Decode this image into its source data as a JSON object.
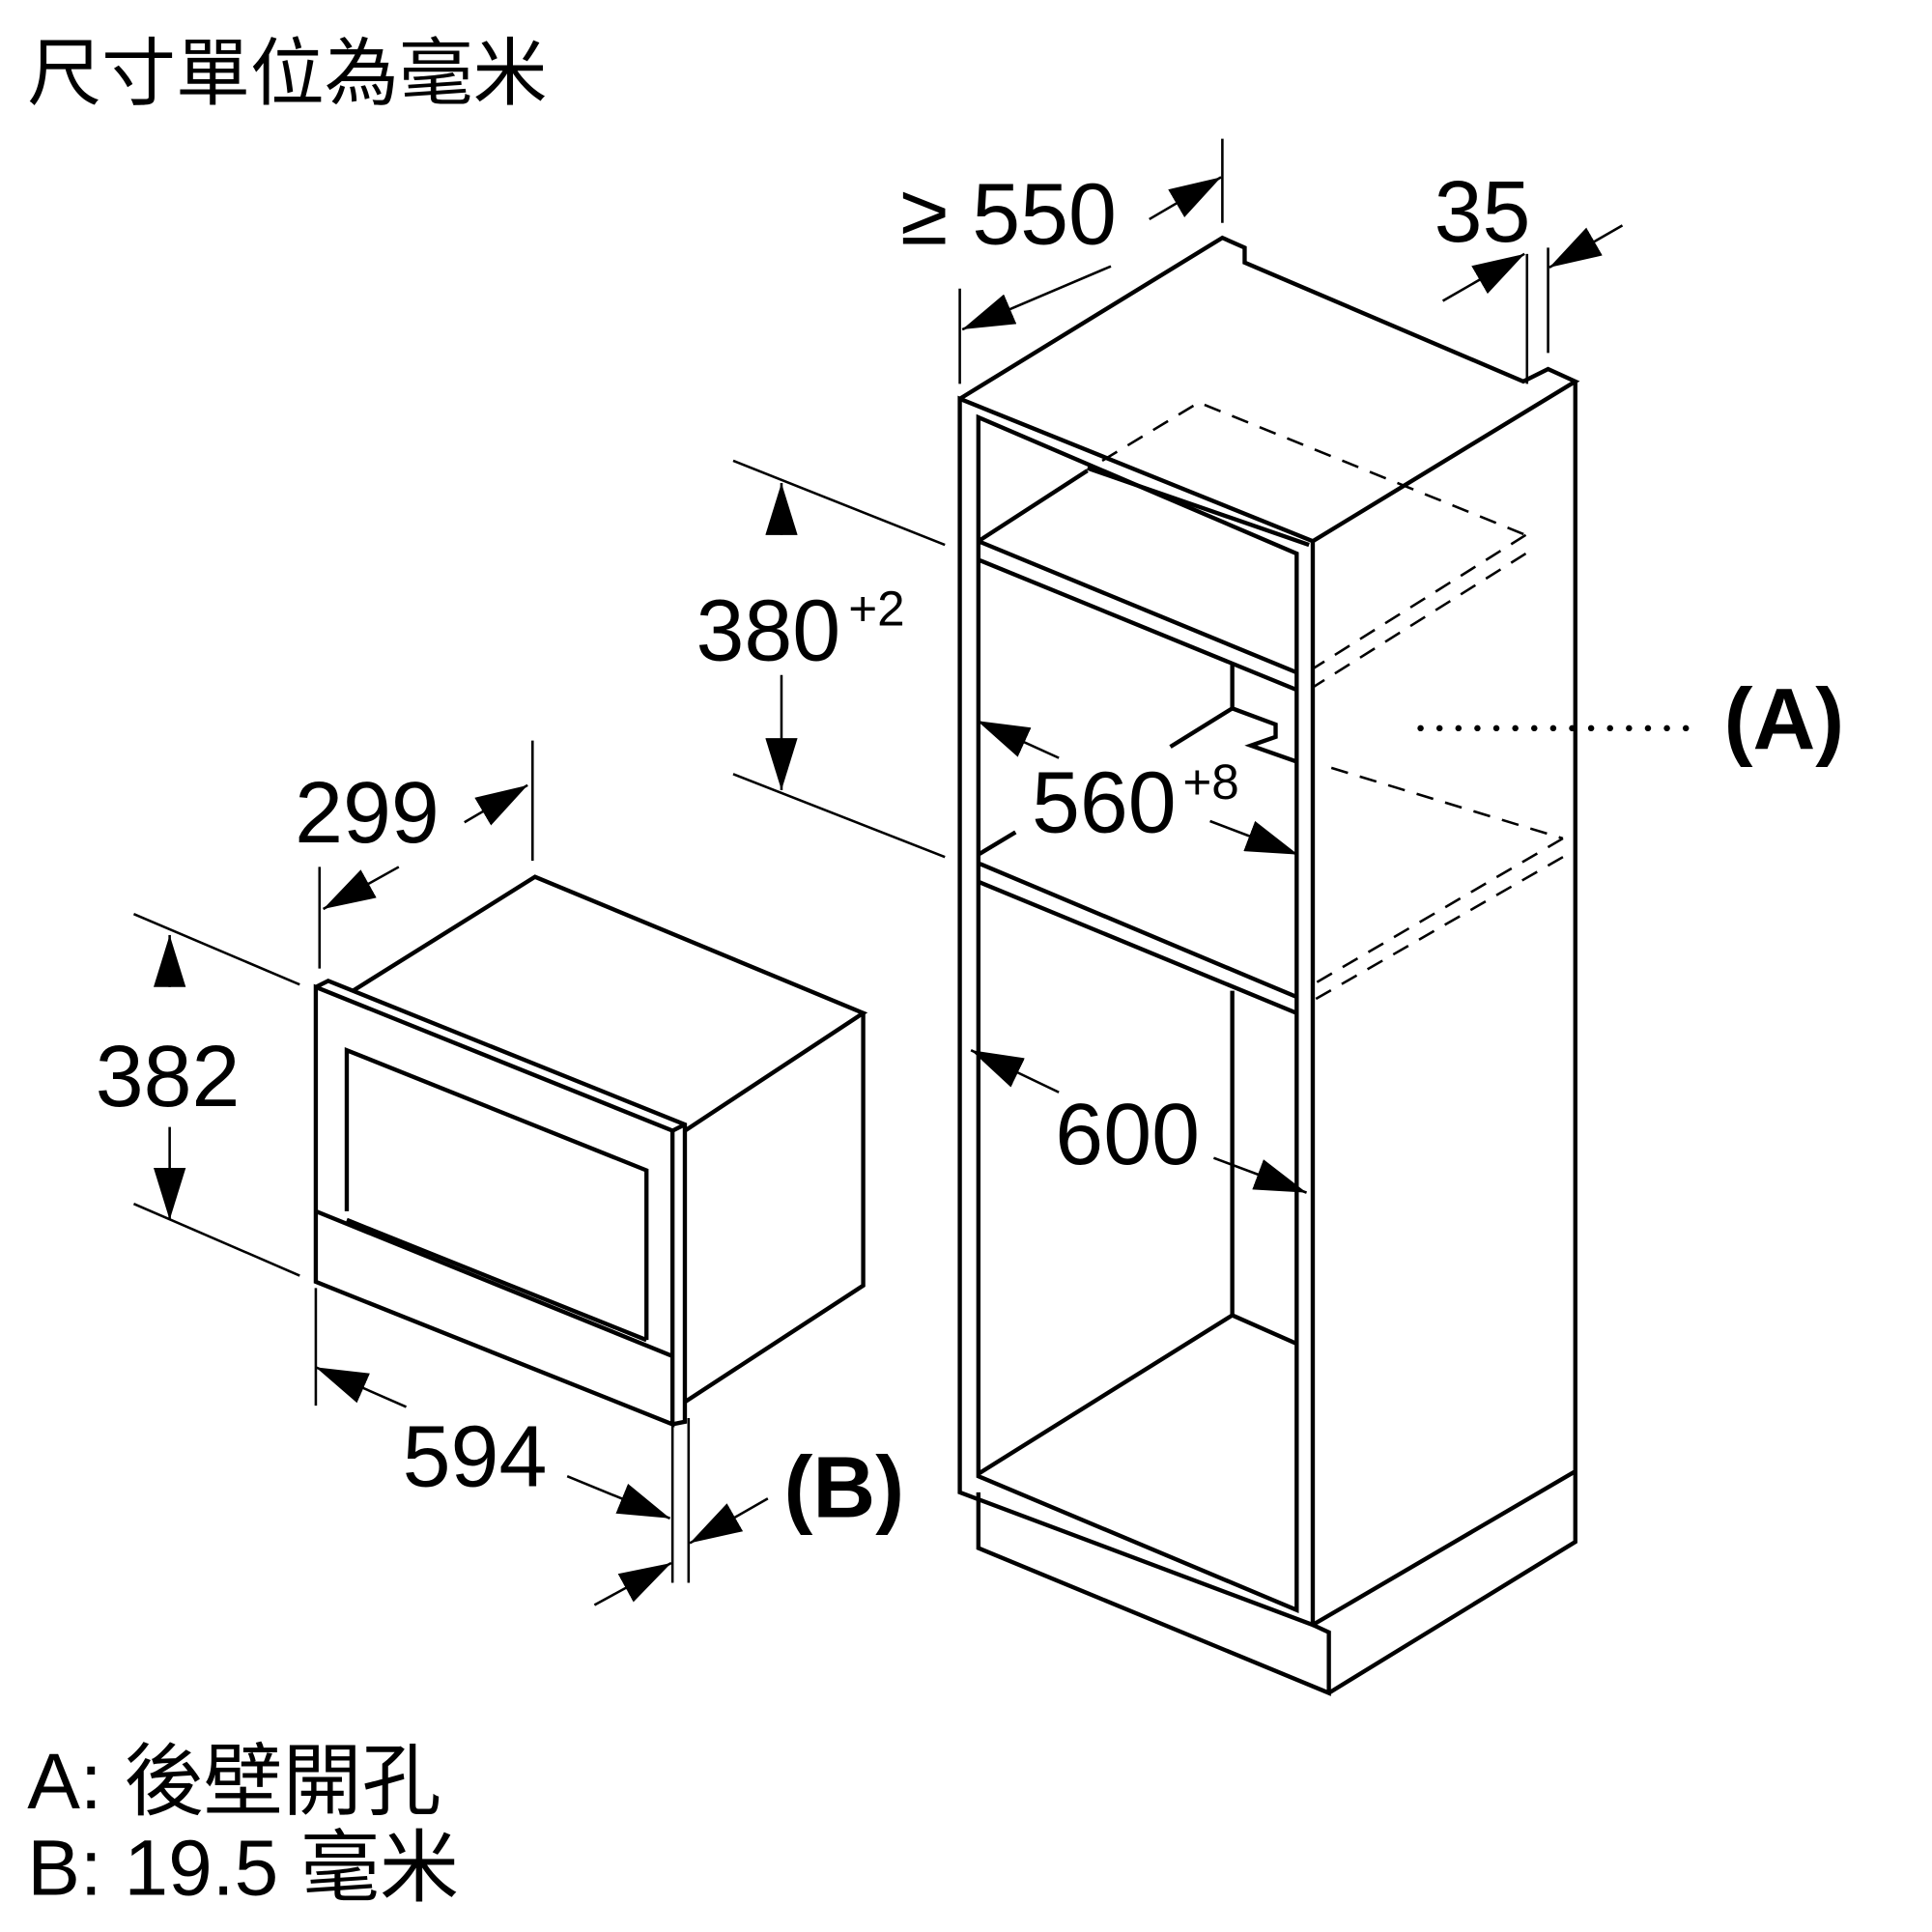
{
  "title": "尺寸單位為毫米",
  "dimensions": {
    "cabinet_depth": "≥ 550",
    "rear_gap": "35",
    "niche_height": "380",
    "niche_height_tolerance": "+2",
    "niche_width": "560",
    "niche_width_tolerance": "+8",
    "cabinet_width": "600",
    "appliance_depth": "299",
    "appliance_height": "382",
    "appliance_width": "594"
  },
  "callouts": {
    "a": "(A)",
    "b": "(B)"
  },
  "legend": [
    "A: 後壁開孔",
    "B: 19.5 毫米"
  ],
  "colors": {
    "ink": "#000000",
    "background": "#ffffff"
  }
}
